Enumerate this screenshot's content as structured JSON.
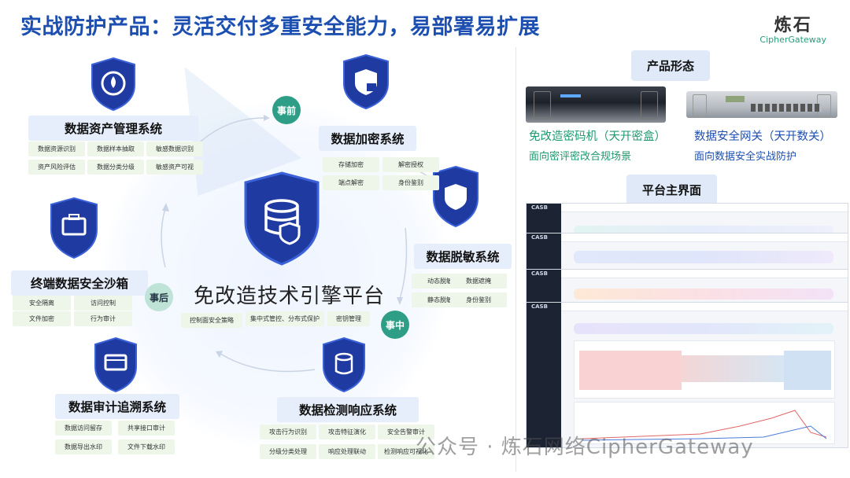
{
  "title": "实战防护产品：灵活交付多重安全能力，易部署易扩展",
  "logo": {
    "cn": "炼石",
    "en": "CipherGateway"
  },
  "engine": {
    "title": "免改造技术引擎平台",
    "chips": [
      "控制面安全策略",
      "集中式管控、分布式保护",
      "密钥管理"
    ]
  },
  "stages": {
    "before": "事前",
    "during": "事中",
    "after": "事后"
  },
  "systems": {
    "asset": {
      "title": "数据资产管理系统",
      "chips": [
        "数据资源识别",
        "数据样本抽取",
        "敏感数据识别",
        "资产风险评估",
        "数据分类分级",
        "敏感资产可视"
      ]
    },
    "encrypt": {
      "title": "数据加密系统",
      "chips": [
        "存储加密",
        "解密授权",
        "端点解密",
        "身份鉴别"
      ]
    },
    "mask": {
      "title": "数据脱敏系统",
      "chips": [
        "动态脱敏",
        "数据遮掩",
        "静态脱敏",
        "身份鉴别"
      ]
    },
    "sandbox": {
      "title": "终端数据安全沙箱",
      "chips": [
        "安全隔离",
        "访问控制",
        "文件加密",
        "行为审计"
      ]
    },
    "audit": {
      "title": "数据审计追溯系统",
      "chips": [
        "数据访问留存",
        "共享接口审计",
        "数据导出水印",
        "文件下载水印"
      ]
    },
    "detect": {
      "title": "数据检测响应系统",
      "chips": [
        "攻击行为识别",
        "攻击特征演化",
        "安全告警审计",
        "分级分类处理",
        "响应处理联动",
        "检测响应可视化"
      ]
    }
  },
  "right": {
    "form_title": "产品形态",
    "product1": {
      "name": "免改造密码机（天开密盒）",
      "sub": "面向密评密改合规场景"
    },
    "product2": {
      "name": "数据安全网关（天开数关）",
      "sub": "面向数据安全实战防护"
    },
    "ui_title": "平台主界面",
    "screen_brand": "CASB"
  },
  "watermark": "公众号 · 炼石网络CipherGateway",
  "colors": {
    "primary": "#1d4fb0",
    "green": "#2f9e86",
    "shield": "#1f3aa0"
  }
}
